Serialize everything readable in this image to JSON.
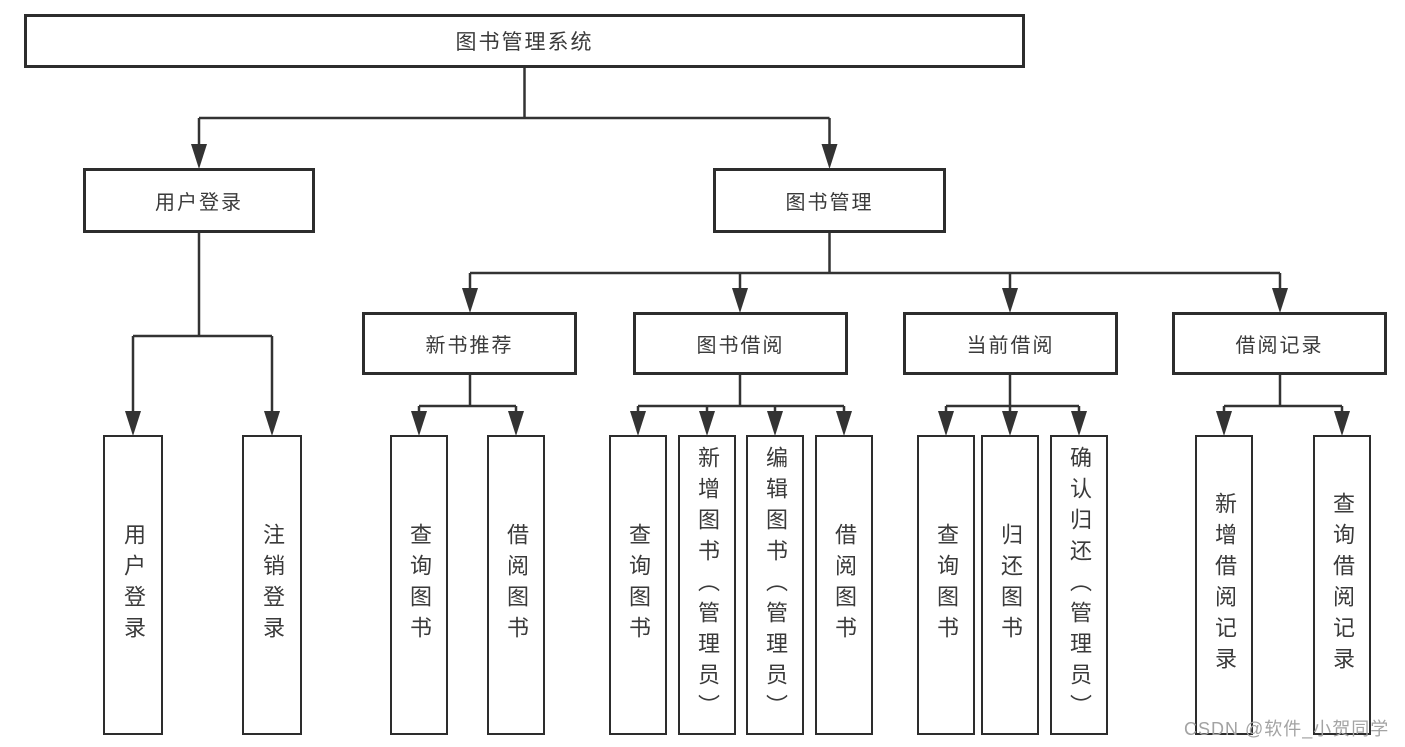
{
  "diagram": {
    "root": {
      "label": "图书管理系统"
    },
    "level2": [
      {
        "label": "用户登录"
      },
      {
        "label": "图书管理"
      }
    ],
    "level3": [
      {
        "label": "新书推荐"
      },
      {
        "label": "图书借阅"
      },
      {
        "label": "当前借阅"
      },
      {
        "label": "借阅记录"
      }
    ],
    "leaves": {
      "user_login": [
        {
          "label": "用户登录"
        },
        {
          "label": "注销登录"
        }
      ],
      "new_book_recommend": [
        {
          "label": "查询图书"
        },
        {
          "label": "借阅图书"
        }
      ],
      "book_borrow": [
        {
          "label": "查询图书"
        },
        {
          "label": "新增图书（管理员）"
        },
        {
          "label": "编辑图书（管理员）"
        },
        {
          "label": "借阅图书"
        }
      ],
      "current_borrow": [
        {
          "label": "查询图书"
        },
        {
          "label": "归还图书"
        },
        {
          "label": "确认归还（管理员）"
        }
      ],
      "borrow_record": [
        {
          "label": "新增借阅记录"
        },
        {
          "label": "查询借阅记录"
        }
      ]
    }
  },
  "watermark": "CSDN @软件_小贺同学",
  "colors": {
    "line": "#333333",
    "border": "#2d2d2d",
    "text": "#3a3a3a",
    "watermark": "#a3a3a3",
    "background": "#ffffff"
  }
}
